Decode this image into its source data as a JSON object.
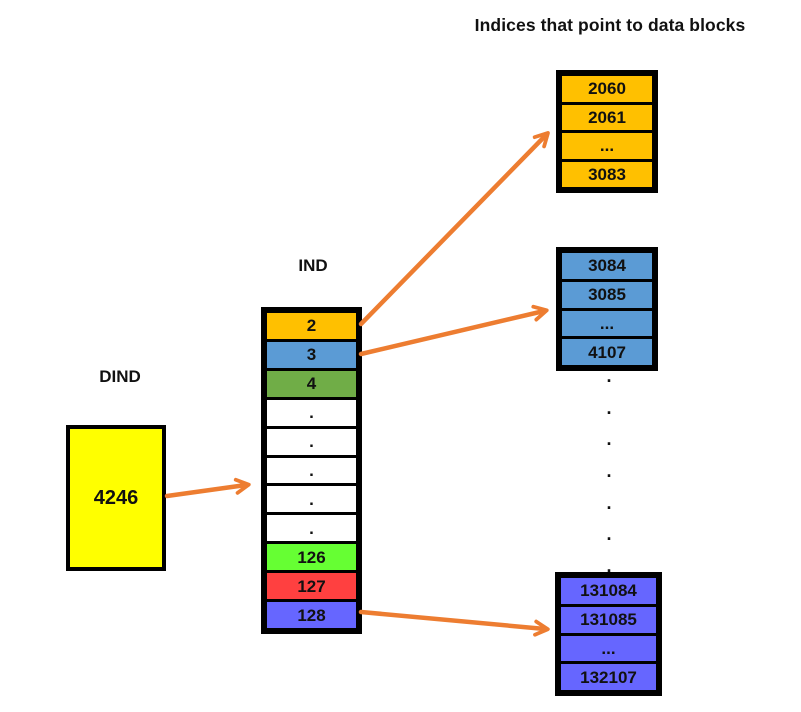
{
  "title": "Indices that point to data blocks",
  "labels": {
    "ind": "IND",
    "dind": "DIND"
  },
  "dind_block": {
    "value": "4246",
    "fill": "#FFFF00"
  },
  "ind_table": {
    "rows": [
      {
        "text": "2",
        "fill": "#FFC000"
      },
      {
        "text": "3",
        "fill": "#5B9BD5"
      },
      {
        "text": "4",
        "fill": "#70AD47"
      },
      {
        "text": ".",
        "fill": "#FFFFFF"
      },
      {
        "text": ".",
        "fill": "#FFFFFF"
      },
      {
        "text": ".",
        "fill": "#FFFFFF"
      },
      {
        "text": ".",
        "fill": "#FFFFFF"
      },
      {
        "text": ".",
        "fill": "#FFFFFF"
      },
      {
        "text": "126",
        "fill": "#66FF33"
      },
      {
        "text": "127",
        "fill": "#FF4040"
      },
      {
        "text": "128",
        "fill": "#6666FF"
      }
    ]
  },
  "data_blocks": [
    {
      "fill": "#FFC000",
      "rows": [
        "2060",
        "2061",
        "...",
        "3083"
      ]
    },
    {
      "fill": "#5B9BD5",
      "rows": [
        "3084",
        "3085",
        "...",
        "4107"
      ]
    },
    {
      "fill": "#6666FF",
      "rows": [
        "131084",
        "131085",
        "...",
        "132107"
      ]
    }
  ],
  "ellipsis_dots": [
    ".",
    ".",
    ".",
    ".",
    ".",
    ".",
    "."
  ],
  "arrow_color": "#ED7D31"
}
